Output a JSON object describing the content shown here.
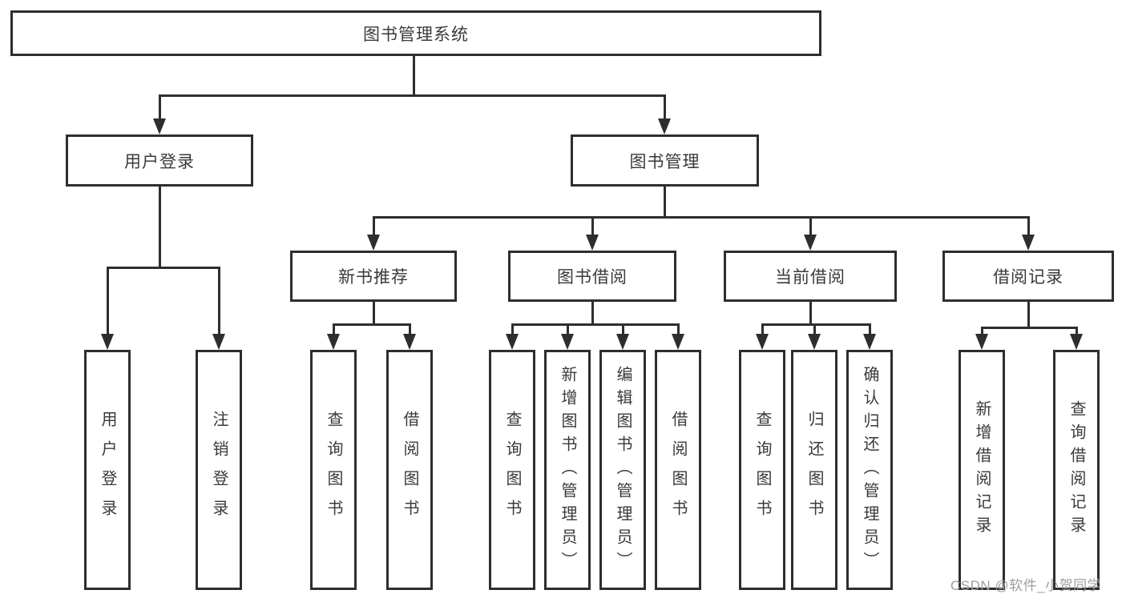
{
  "diagram": {
    "type": "hierarchy-tree",
    "root": {
      "label": "图书管理系统",
      "children": [
        {
          "label": "用户登录",
          "children": [
            {
              "label": "用户登录"
            },
            {
              "label": "注销登录"
            }
          ]
        },
        {
          "label": "图书管理",
          "children": [
            {
              "label": "新书推荐",
              "children": [
                {
                  "label": "查询图书"
                },
                {
                  "label": "借阅图书"
                }
              ]
            },
            {
              "label": "图书借阅",
              "children": [
                {
                  "label": "查询图书"
                },
                {
                  "label": "新增图书（管理员）"
                },
                {
                  "label": "编辑图书（管理员）"
                },
                {
                  "label": "借阅图书"
                }
              ]
            },
            {
              "label": "当前借阅",
              "children": [
                {
                  "label": "查询图书"
                },
                {
                  "label": "归还图书"
                },
                {
                  "label": "确认归还（管理员）"
                }
              ]
            },
            {
              "label": "借阅记录",
              "children": [
                {
                  "label": "新增借阅记录"
                },
                {
                  "label": "查询借阅记录"
                }
              ]
            }
          ]
        }
      ]
    },
    "colors": {
      "line": "#2e2e2e",
      "text": "#3a3a3a",
      "background": "#ffffff",
      "watermark_text": "#9e9e9e"
    }
  },
  "watermark": {
    "text": "CSDN @软件_小贺同学"
  }
}
